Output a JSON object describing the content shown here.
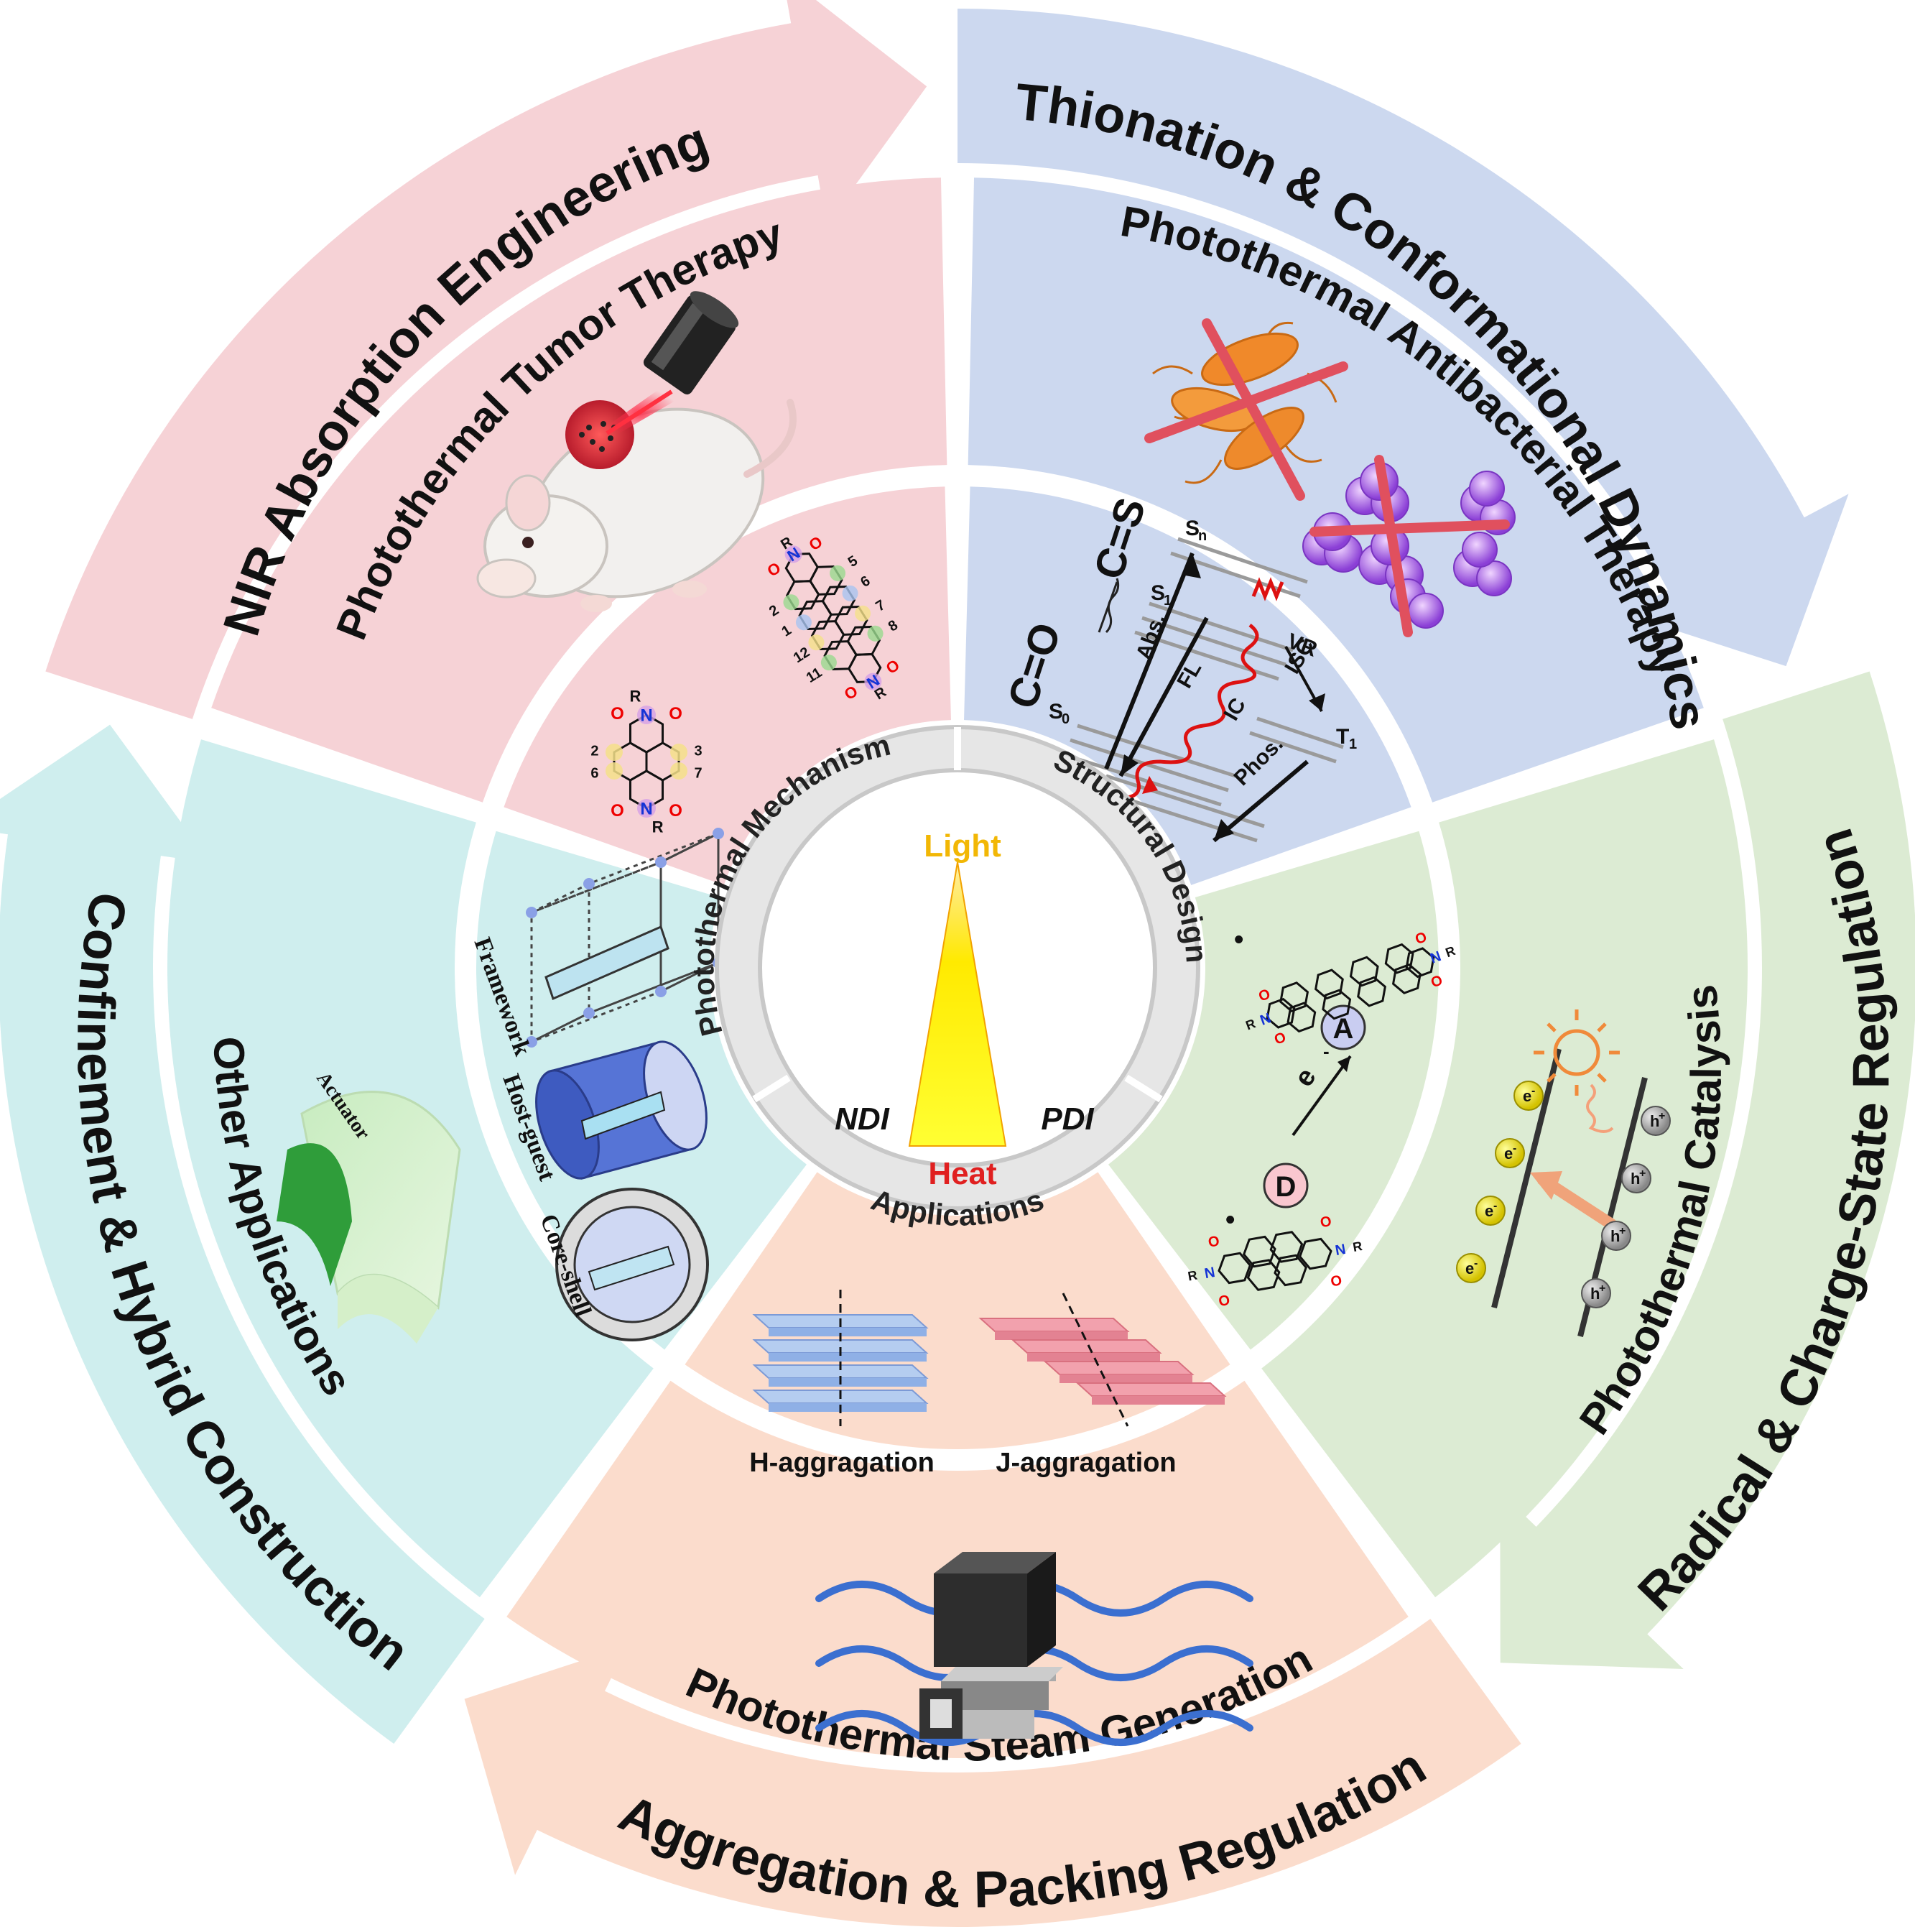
{
  "outer_ring": [
    {
      "id": "nir",
      "label": "NIR Absorption Engineering",
      "color": "#f6d2d6"
    },
    {
      "id": "thionation",
      "label": "Thionation & Conformational Dynamics",
      "color": "#ccd8ef"
    },
    {
      "id": "radical",
      "label": "Radical & Charge-State Regulation",
      "color": "#dcebd3"
    },
    {
      "id": "aggregation",
      "label": "Aggregation & Packing Regulation",
      "color": "#fbdccc"
    },
    {
      "id": "confinement",
      "label": "Confinement & Hybrid Construction",
      "color": "#cfeeee"
    }
  ],
  "applications": [
    {
      "id": "tumor",
      "label": "Photothermal Tumor Therapy"
    },
    {
      "id": "antibacterial",
      "label": "Photothermal Antibacterial Therapy"
    },
    {
      "id": "catalysis",
      "label": "Photothermal Catalysis"
    },
    {
      "id": "steam",
      "label": "Photothermal Steam Generation"
    },
    {
      "id": "other",
      "label": "Other Applications"
    }
  ],
  "center": {
    "top_left": "Photothermal Mechanism",
    "top_right": "Structural Design",
    "bottom": "Applications",
    "light": "Light",
    "heat": "Heat",
    "left_molecule": "NDI",
    "right_molecule": "PDI",
    "light_color": "#f2b705",
    "heat_color": "#e02020"
  },
  "mechanism": {
    "co": "C=O",
    "cs": "C=S",
    "states": [
      "S",
      "S",
      "S",
      "T"
    ],
    "state_subs": [
      "n",
      "1",
      "0",
      "1"
    ],
    "processes": [
      "Abs.",
      "FL",
      "IC",
      "VR",
      "ISC",
      "Phos."
    ]
  },
  "charge": {
    "donor": "D",
    "acceptor": "A",
    "electron": "e",
    "electron_sup": "-",
    "hole": "h",
    "hole_sup": "+"
  },
  "aggregation_types": [
    "H-aggragation",
    "J-aggragation"
  ],
  "confinement_types": [
    "Framework",
    "Host-guest",
    "Core-shell"
  ],
  "actuator": "Actuator",
  "ndi_positions": [
    "3",
    "7",
    "2",
    "6"
  ],
  "pdi_positions": [
    "5",
    "6",
    "7",
    "8",
    "2",
    "1",
    "12",
    "11"
  ],
  "atom_labels": {
    "o": "O",
    "n": "N",
    "r": "R"
  }
}
